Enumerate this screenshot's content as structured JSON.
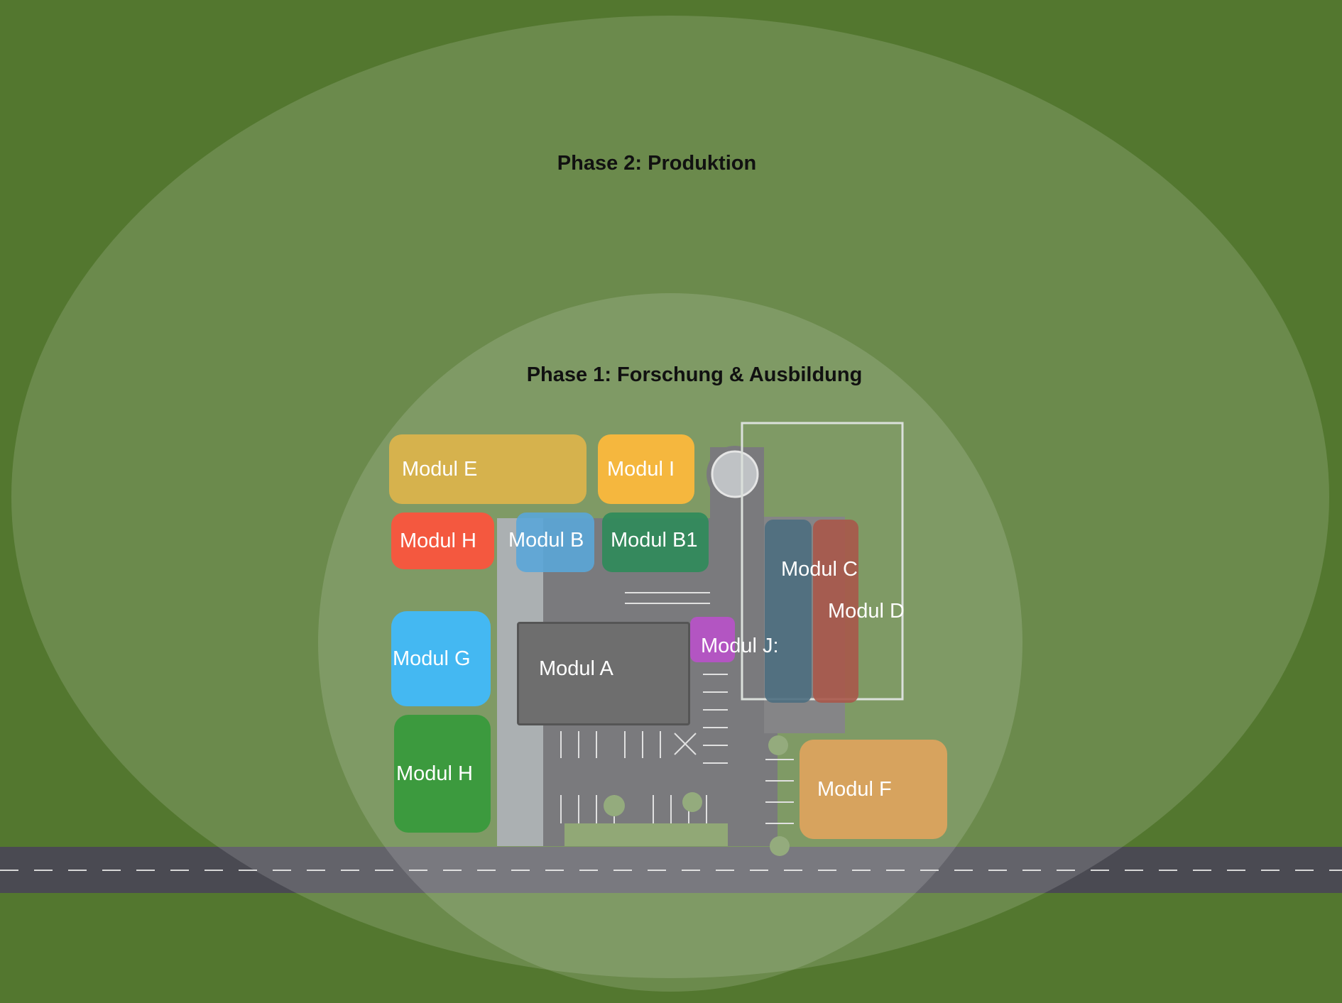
{
  "phases": {
    "outer": {
      "label": "Phase 2: Produktion"
    },
    "inner": {
      "label": "Phase 1: Forschung & Ausbildung"
    }
  },
  "modules": {
    "e": {
      "label": "Modul E",
      "color": "#d6b24d"
    },
    "i": {
      "label": "Modul I",
      "color": "#f5b73e"
    },
    "h_top": {
      "label": "Modul H",
      "color": "#f4583f"
    },
    "b": {
      "label": "Modul B",
      "color": "#5aa6d8"
    },
    "b1": {
      "label": "Modul B1",
      "color": "#2e8b5a"
    },
    "g": {
      "label": "Modul G",
      "color": "#44b8f2"
    },
    "a": {
      "label": "Modul A",
      "color": "#6e6e6e"
    },
    "j": {
      "label": "Modul J:",
      "color": "#b355c2"
    },
    "c": {
      "label": "Modul C",
      "color": "#4d6e80"
    },
    "d": {
      "label": "Modul D",
      "color": "#a8584a"
    },
    "h_bottom": {
      "label": "Modul H",
      "color": "#3c9a3e"
    },
    "f": {
      "label": "Modul F",
      "color": "#d7a35e"
    }
  },
  "colors": {
    "grass": "#53772f",
    "road": "#4a4a52",
    "lot": "#4c4c50",
    "phase_overlay": "#ffffff"
  }
}
